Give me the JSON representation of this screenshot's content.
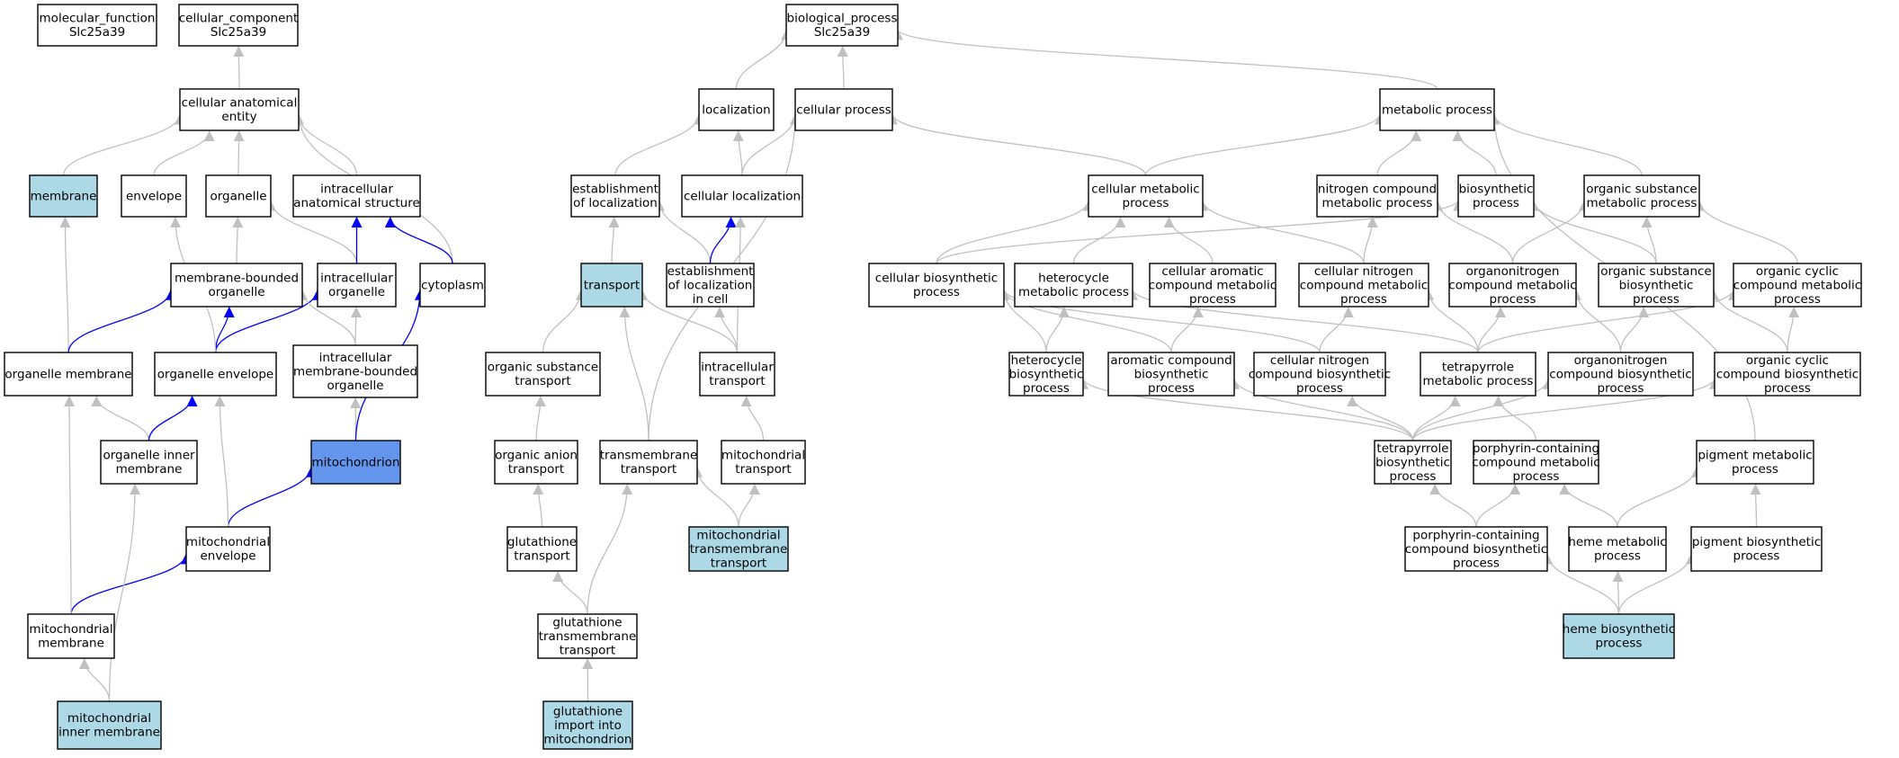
{
  "colors": {
    "node_default": "#ffffff",
    "node_highlight": "#add8e6",
    "node_primary": "#6495ed",
    "edge_default": "#c0c0c0",
    "edge_highlight": "#0000ff",
    "border": "#000000"
  },
  "nodes": [
    {
      "id": "mf",
      "lines": [
        "molecular_function",
        "Slc25a39"
      ],
      "fill": "node_default"
    },
    {
      "id": "cc",
      "lines": [
        "cellular_component",
        "Slc25a39"
      ],
      "fill": "node_default"
    },
    {
      "id": "bp",
      "lines": [
        "biological_process",
        "Slc25a39"
      ],
      "fill": "node_default"
    },
    {
      "id": "cae",
      "lines": [
        "cellular anatomical",
        "entity"
      ],
      "fill": "node_default"
    },
    {
      "id": "membrane",
      "lines": [
        "membrane"
      ],
      "fill": "node_highlight"
    },
    {
      "id": "envelope",
      "lines": [
        "envelope"
      ],
      "fill": "node_default"
    },
    {
      "id": "organelle",
      "lines": [
        "organelle"
      ],
      "fill": "node_default"
    },
    {
      "id": "ias",
      "lines": [
        "intracellular",
        "anatomical structure"
      ],
      "fill": "node_default"
    },
    {
      "id": "mbo",
      "lines": [
        "membrane-bounded",
        "organelle"
      ],
      "fill": "node_default"
    },
    {
      "id": "io",
      "lines": [
        "intracellular",
        "organelle"
      ],
      "fill": "node_default"
    },
    {
      "id": "cytoplasm",
      "lines": [
        "cytoplasm"
      ],
      "fill": "node_default"
    },
    {
      "id": "om",
      "lines": [
        "organelle membrane"
      ],
      "fill": "node_default"
    },
    {
      "id": "oe",
      "lines": [
        "organelle envelope"
      ],
      "fill": "node_default"
    },
    {
      "id": "imbo",
      "lines": [
        "intracellular",
        "membrane-bounded",
        "organelle"
      ],
      "fill": "node_default"
    },
    {
      "id": "oim",
      "lines": [
        "organelle inner",
        "membrane"
      ],
      "fill": "node_default"
    },
    {
      "id": "mito",
      "lines": [
        "mitochondrion"
      ],
      "fill": "node_primary"
    },
    {
      "id": "menv",
      "lines": [
        "mitochondrial",
        "envelope"
      ],
      "fill": "node_default"
    },
    {
      "id": "mm",
      "lines": [
        "mitochondrial",
        "membrane"
      ],
      "fill": "node_default"
    },
    {
      "id": "mim",
      "lines": [
        "mitochondrial",
        "inner membrane"
      ],
      "fill": "node_highlight"
    },
    {
      "id": "loc",
      "lines": [
        "localization"
      ],
      "fill": "node_default"
    },
    {
      "id": "cp",
      "lines": [
        "cellular process"
      ],
      "fill": "node_default"
    },
    {
      "id": "eol",
      "lines": [
        "establishment",
        "of localization"
      ],
      "fill": "node_default"
    },
    {
      "id": "cl",
      "lines": [
        "cellular localization"
      ],
      "fill": "node_default"
    },
    {
      "id": "transport",
      "lines": [
        "transport"
      ],
      "fill": "node_highlight"
    },
    {
      "id": "eolc",
      "lines": [
        "establishment",
        "of localization",
        "in cell"
      ],
      "fill": "node_default"
    },
    {
      "id": "ost",
      "lines": [
        "organic substance",
        "transport"
      ],
      "fill": "node_default"
    },
    {
      "id": "it",
      "lines": [
        "intracellular",
        "transport"
      ],
      "fill": "node_default"
    },
    {
      "id": "oat",
      "lines": [
        "organic anion",
        "transport"
      ],
      "fill": "node_default"
    },
    {
      "id": "tt",
      "lines": [
        "transmembrane",
        "transport"
      ],
      "fill": "node_default"
    },
    {
      "id": "mt",
      "lines": [
        "mitochondrial",
        "transport"
      ],
      "fill": "node_default"
    },
    {
      "id": "gt",
      "lines": [
        "glutathione",
        "transport"
      ],
      "fill": "node_default"
    },
    {
      "id": "mtt",
      "lines": [
        "mitochondrial",
        "transmembrane",
        "transport"
      ],
      "fill": "node_highlight"
    },
    {
      "id": "gtt",
      "lines": [
        "glutathione",
        "transmembrane",
        "transport"
      ],
      "fill": "node_default"
    },
    {
      "id": "gim",
      "lines": [
        "glutathione",
        "import into",
        "mitochondrion"
      ],
      "fill": "node_highlight"
    },
    {
      "id": "metp",
      "lines": [
        "metabolic process"
      ],
      "fill": "node_default"
    },
    {
      "id": "cmp",
      "lines": [
        "cellular metabolic",
        "process"
      ],
      "fill": "node_default"
    },
    {
      "id": "ncmp",
      "lines": [
        "nitrogen compound",
        "metabolic process"
      ],
      "fill": "node_default"
    },
    {
      "id": "biop",
      "lines": [
        "biosynthetic",
        "process"
      ],
      "fill": "node_default"
    },
    {
      "id": "osmp",
      "lines": [
        "organic substance",
        "metabolic process"
      ],
      "fill": "node_default"
    },
    {
      "id": "cbp",
      "lines": [
        "cellular biosynthetic",
        "process"
      ],
      "fill": "node_default"
    },
    {
      "id": "hmp",
      "lines": [
        "heterocycle",
        "metabolic process"
      ],
      "fill": "node_default"
    },
    {
      "id": "cacmp",
      "lines": [
        "cellular aromatic",
        "compound metabolic",
        "process"
      ],
      "fill": "node_default"
    },
    {
      "id": "cncmp",
      "lines": [
        "cellular nitrogen",
        "compound metabolic",
        "process"
      ],
      "fill": "node_default"
    },
    {
      "id": "oncmp",
      "lines": [
        "organonitrogen",
        "compound metabolic",
        "process"
      ],
      "fill": "node_default"
    },
    {
      "id": "osbp",
      "lines": [
        "organic substance",
        "biosynthetic",
        "process"
      ],
      "fill": "node_default"
    },
    {
      "id": "occmp",
      "lines": [
        "organic cyclic",
        "compound metabolic",
        "process"
      ],
      "fill": "node_default"
    },
    {
      "id": "hbp",
      "lines": [
        "heterocycle",
        "biosynthetic",
        "process"
      ],
      "fill": "node_default"
    },
    {
      "id": "acbp",
      "lines": [
        "aromatic compound",
        "biosynthetic",
        "process"
      ],
      "fill": "node_default"
    },
    {
      "id": "cncbp",
      "lines": [
        "cellular nitrogen",
        "compound biosynthetic",
        "process"
      ],
      "fill": "node_default"
    },
    {
      "id": "tmp",
      "lines": [
        "tetrapyrrole",
        "metabolic process"
      ],
      "fill": "node_default"
    },
    {
      "id": "oncbp",
      "lines": [
        "organonitrogen",
        "compound biosynthetic",
        "process"
      ],
      "fill": "node_default"
    },
    {
      "id": "occbp",
      "lines": [
        "organic cyclic",
        "compound biosynthetic",
        "process"
      ],
      "fill": "node_default"
    },
    {
      "id": "tbp",
      "lines": [
        "tetrapyrrole",
        "biosynthetic",
        "process"
      ],
      "fill": "node_default"
    },
    {
      "id": "pcmp",
      "lines": [
        "porphyrin-containing",
        "compound metabolic",
        "process"
      ],
      "fill": "node_default"
    },
    {
      "id": "pmp",
      "lines": [
        "pigment metabolic",
        "process"
      ],
      "fill": "node_default"
    },
    {
      "id": "pcbp",
      "lines": [
        "porphyrin-containing",
        "compound biosynthetic",
        "process"
      ],
      "fill": "node_default"
    },
    {
      "id": "hemmp",
      "lines": [
        "heme metabolic",
        "process"
      ],
      "fill": "node_default"
    },
    {
      "id": "pbp",
      "lines": [
        "pigment biosynthetic",
        "process"
      ],
      "fill": "node_default"
    },
    {
      "id": "hembp",
      "lines": [
        "heme biosynthetic",
        "process"
      ],
      "fill": "node_highlight"
    }
  ],
  "edges": [
    {
      "from": "cae",
      "to": "cc",
      "style": "default"
    },
    {
      "from": "membrane",
      "to": "cae",
      "style": "default"
    },
    {
      "from": "envelope",
      "to": "cae",
      "style": "default"
    },
    {
      "from": "organelle",
      "to": "cae",
      "style": "default"
    },
    {
      "from": "ias",
      "to": "cae",
      "style": "default"
    },
    {
      "from": "cytoplasm",
      "to": "cae",
      "style": "default"
    },
    {
      "from": "mbo",
      "to": "organelle",
      "style": "default"
    },
    {
      "from": "io",
      "to": "organelle",
      "style": "default"
    },
    {
      "from": "io",
      "to": "ias",
      "style": "highlight"
    },
    {
      "from": "cytoplasm",
      "to": "ias",
      "style": "highlight"
    },
    {
      "from": "om",
      "to": "membrane",
      "style": "default"
    },
    {
      "from": "om",
      "to": "mbo",
      "style": "highlight"
    },
    {
      "from": "oe",
      "to": "mbo",
      "style": "highlight"
    },
    {
      "from": "oe",
      "to": "io",
      "style": "highlight"
    },
    {
      "from": "oe",
      "to": "envelope",
      "style": "default"
    },
    {
      "from": "imbo",
      "to": "mbo",
      "style": "default"
    },
    {
      "from": "imbo",
      "to": "io",
      "style": "default"
    },
    {
      "from": "oim",
      "to": "om",
      "style": "default"
    },
    {
      "from": "oim",
      "to": "oe",
      "style": "highlight"
    },
    {
      "from": "mito",
      "to": "imbo",
      "style": "default"
    },
    {
      "from": "mito",
      "to": "cytoplasm",
      "style": "highlight"
    },
    {
      "from": "menv",
      "to": "mito",
      "style": "highlight"
    },
    {
      "from": "menv",
      "to": "oe",
      "style": "default"
    },
    {
      "from": "mm",
      "to": "menv",
      "style": "highlight"
    },
    {
      "from": "mm",
      "to": "om",
      "style": "default"
    },
    {
      "from": "mim",
      "to": "mm",
      "style": "default"
    },
    {
      "from": "mim",
      "to": "oim",
      "style": "default"
    },
    {
      "from": "loc",
      "to": "bp",
      "style": "default"
    },
    {
      "from": "cp",
      "to": "bp",
      "style": "default"
    },
    {
      "from": "metp",
      "to": "bp",
      "style": "default"
    },
    {
      "from": "eol",
      "to": "loc",
      "style": "default"
    },
    {
      "from": "cl",
      "to": "loc",
      "style": "default"
    },
    {
      "from": "cl",
      "to": "cp",
      "style": "default"
    },
    {
      "from": "transport",
      "to": "eol",
      "style": "default"
    },
    {
      "from": "eolc",
      "to": "eol",
      "style": "default"
    },
    {
      "from": "eolc",
      "to": "cl",
      "style": "highlight"
    },
    {
      "from": "ost",
      "to": "transport",
      "style": "default"
    },
    {
      "from": "it",
      "to": "transport",
      "style": "default"
    },
    {
      "from": "it",
      "to": "eolc",
      "style": "default"
    },
    {
      "from": "it",
      "to": "cl",
      "style": "default"
    },
    {
      "from": "oat",
      "to": "ost",
      "style": "default"
    },
    {
      "from": "tt",
      "to": "transport",
      "style": "default"
    },
    {
      "from": "tt",
      "to": "cp",
      "style": "default"
    },
    {
      "from": "mt",
      "to": "it",
      "style": "default"
    },
    {
      "from": "gt",
      "to": "oat",
      "style": "default"
    },
    {
      "from": "mtt",
      "to": "tt",
      "style": "default"
    },
    {
      "from": "mtt",
      "to": "mt",
      "style": "default"
    },
    {
      "from": "gtt",
      "to": "gt",
      "style": "default"
    },
    {
      "from": "gtt",
      "to": "tt",
      "style": "default"
    },
    {
      "from": "gim",
      "to": "gtt",
      "style": "default"
    },
    {
      "from": "cmp",
      "to": "cp",
      "style": "default"
    },
    {
      "from": "cmp",
      "to": "metp",
      "style": "default"
    },
    {
      "from": "ncmp",
      "to": "metp",
      "style": "default"
    },
    {
      "from": "biop",
      "to": "metp",
      "style": "default"
    },
    {
      "from": "osmp",
      "to": "metp",
      "style": "default"
    },
    {
      "from": "cbp",
      "to": "cmp",
      "style": "default"
    },
    {
      "from": "cbp",
      "to": "biop",
      "style": "default"
    },
    {
      "from": "hmp",
      "to": "cmp",
      "style": "default"
    },
    {
      "from": "cacmp",
      "to": "cmp",
      "style": "default"
    },
    {
      "from": "cncmp",
      "to": "cmp",
      "style": "default"
    },
    {
      "from": "cncmp",
      "to": "ncmp",
      "style": "default"
    },
    {
      "from": "oncmp",
      "to": "ncmp",
      "style": "default"
    },
    {
      "from": "oncmp",
      "to": "osmp",
      "style": "default"
    },
    {
      "from": "osbp",
      "to": "biop",
      "style": "default"
    },
    {
      "from": "osbp",
      "to": "osmp",
      "style": "default"
    },
    {
      "from": "occmp",
      "to": "osmp",
      "style": "default"
    },
    {
      "from": "hbp",
      "to": "cbp",
      "style": "default"
    },
    {
      "from": "hbp",
      "to": "hmp",
      "style": "default"
    },
    {
      "from": "acbp",
      "to": "cbp",
      "style": "default"
    },
    {
      "from": "acbp",
      "to": "cacmp",
      "style": "default"
    },
    {
      "from": "cncbp",
      "to": "cbp",
      "style": "default"
    },
    {
      "from": "cncbp",
      "to": "cncmp",
      "style": "default"
    },
    {
      "from": "tmp",
      "to": "hmp",
      "style": "default"
    },
    {
      "from": "tmp",
      "to": "cncmp",
      "style": "default"
    },
    {
      "from": "tmp",
      "to": "oncmp",
      "style": "default"
    },
    {
      "from": "tmp",
      "to": "occmp",
      "style": "default"
    },
    {
      "from": "oncbp",
      "to": "oncmp",
      "style": "default"
    },
    {
      "from": "oncbp",
      "to": "osbp",
      "style": "default"
    },
    {
      "from": "occbp",
      "to": "occmp",
      "style": "default"
    },
    {
      "from": "occbp",
      "to": "osbp",
      "style": "default"
    },
    {
      "from": "tbp",
      "to": "hbp",
      "style": "default"
    },
    {
      "from": "tbp",
      "to": "acbp",
      "style": "default"
    },
    {
      "from": "tbp",
      "to": "cncbp",
      "style": "default"
    },
    {
      "from": "tbp",
      "to": "tmp",
      "style": "default"
    },
    {
      "from": "tbp",
      "to": "oncbp",
      "style": "default"
    },
    {
      "from": "tbp",
      "to": "occbp",
      "style": "default"
    },
    {
      "from": "pcmp",
      "to": "tmp",
      "style": "default"
    },
    {
      "from": "pmp",
      "to": "metp",
      "style": "default"
    },
    {
      "from": "pcbp",
      "to": "tbp",
      "style": "default"
    },
    {
      "from": "pcbp",
      "to": "pcmp",
      "style": "default"
    },
    {
      "from": "hemmp",
      "to": "pcmp",
      "style": "default"
    },
    {
      "from": "hemmp",
      "to": "pmp",
      "style": "default"
    },
    {
      "from": "pbp",
      "to": "pmp",
      "style": "default"
    },
    {
      "from": "hembp",
      "to": "pcbp",
      "style": "default"
    },
    {
      "from": "hembp",
      "to": "hemmp",
      "style": "default"
    },
    {
      "from": "hembp",
      "to": "pbp",
      "style": "default"
    }
  ]
}
